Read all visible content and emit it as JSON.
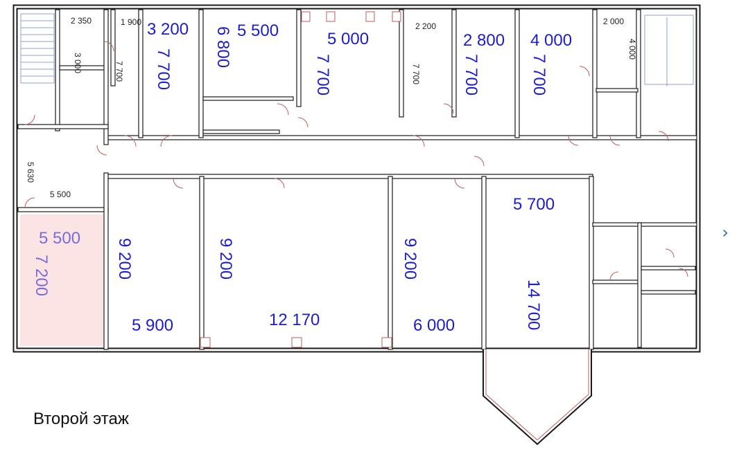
{
  "caption": "Второй этаж",
  "next_arrow": "›",
  "highlight_color": "#fce4e4",
  "dimension_color": "#1c1ccf",
  "labels": {
    "r1a": "2 350",
    "r1b": "3 000",
    "r2a": "1 900",
    "r2b": "7 700",
    "r3a": "3 200",
    "r3b": "7 700",
    "r4a": "5 500",
    "r4b": "6 800",
    "r5a": "5 000",
    "r5b": "7 700",
    "r6a": "2 200",
    "r6b": "7 700",
    "r7a": "2 800",
    "r7b": "7 700",
    "r8a": "4 000",
    "r8b": "7 700",
    "r9a": "2 000",
    "r9b": "4 000",
    "l1a": "5 630",
    "l1b": "5 500",
    "h1a": "5 500",
    "h1b": "7 200",
    "b1a": "9 200",
    "b1b": "5 900",
    "b2a": "9 200",
    "b2b": "12 170",
    "b3a": "9 200",
    "b3b": "6 000",
    "b4a": "5 700",
    "b4b": "14 700"
  }
}
